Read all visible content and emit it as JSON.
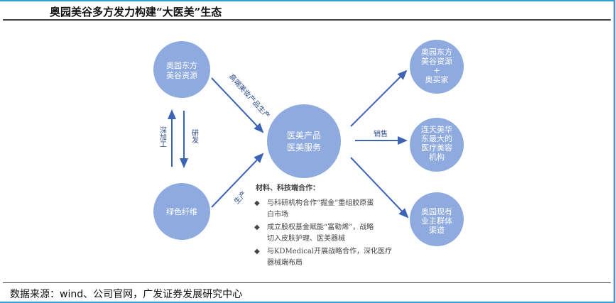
{
  "title": "奥园美谷多方发力构建“大医美”生态",
  "source": "数据来源：wind、公司官网，广发证券发展研究中心",
  "nodes": {
    "left_top": [
      "奥园东方",
      "美谷资源"
    ],
    "left_bottom": [
      "绿色纤维"
    ],
    "center": [
      "医美产品",
      "医美服务"
    ],
    "right_top": [
      "奥园东方",
      "美谷资源",
      "+",
      "奥买家"
    ],
    "right_mid": [
      "连天美华",
      "东最大的",
      "医疗美容",
      "机构"
    ],
    "right_bottom": [
      "奥园现有",
      "业主群体",
      "渠道"
    ]
  },
  "edges": {
    "deep_process": "深加工",
    "rnd": "研发",
    "high_end": "高端美妆产品生产",
    "produce": "生产",
    "sales": "销售"
  },
  "notes": {
    "heading": "材料、科技端合作：",
    "items": [
      [
        "与科研机构合作“掘金”重组胶原蛋",
        "白市场"
      ],
      [
        "成立股权基金赋能“富勒烯”，战略",
        "切入皮肤护理、医美器械"
      ],
      [
        "与KDMedical开展战略合作，深化医疗",
        "器械端布局"
      ]
    ]
  },
  "colors": {
    "node": "#8eaadf",
    "arrow": "#3d63b5",
    "accent": "#2f9fd8"
  }
}
